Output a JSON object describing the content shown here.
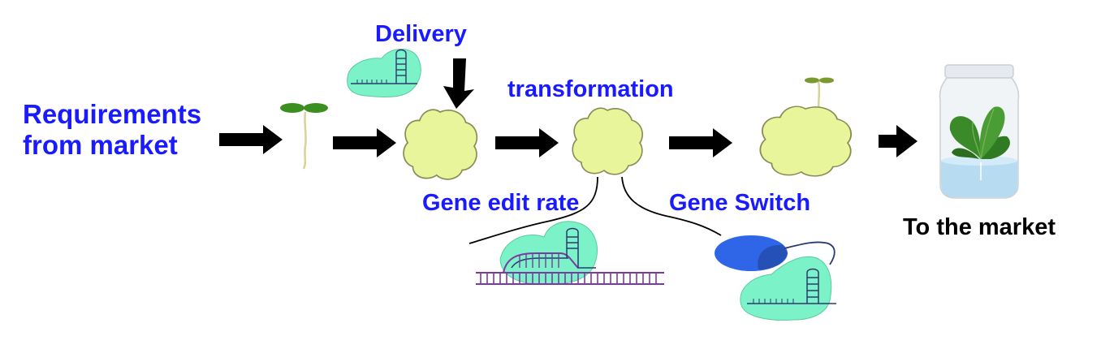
{
  "labels": {
    "requirements_line1": "Requirements",
    "requirements_line2": "from market",
    "delivery": "Delivery",
    "transformation": "transformation",
    "gene_edit_rate": "Gene edit rate",
    "gene_switch": "Gene Switch",
    "to_the_market": "To the market"
  },
  "colors": {
    "label_blue": "#1a1aff",
    "callus_fill": "#e8f59a",
    "callus_stroke": "#8a8a55",
    "cas_protein_fill": "#7cf2c8",
    "dna_purple": "#7b3aa0",
    "guide_rna_navy": "#2a3a70",
    "switch_blue": "#2f66e8",
    "leaf_green": "#3a8a2a"
  }
}
